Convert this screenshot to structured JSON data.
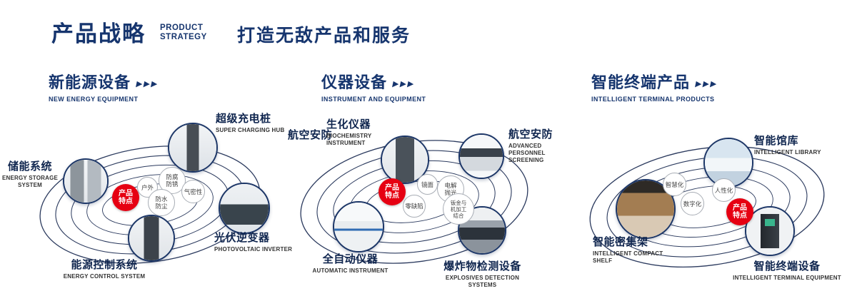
{
  "header": {
    "title_cn": "产品战略",
    "title_en_line1": "PRODUCT",
    "title_en_line2": "STRATEGY",
    "slogan": "打造无敌产品和服务",
    "arrow_icon": "▶▶▶"
  },
  "colors": {
    "navy": "#16356e",
    "red": "#e60012"
  },
  "sections": [
    {
      "title_cn": "新能源设备",
      "title_en": "NEW ENERGY EQUIPMENT",
      "badge": "产品特点",
      "features": [
        "户外",
        "防腐防锈",
        "气密性",
        "防水防尘"
      ],
      "items": [
        {
          "cn": "超级充电桩",
          "en": "SUPER CHARGING HUB"
        },
        {
          "cn": "储能系统",
          "en": "ENERGY STORAGE SYSTEM"
        },
        {
          "cn": "光伏逆变器",
          "en": "PHOTOVOLTAIC INVERTER"
        },
        {
          "cn": "能源控制系统",
          "en": "ENERGY CONTROL SYSTEM"
        }
      ]
    },
    {
      "title_cn": "仪器设备",
      "title_en": "INSTRUMENT AND EQUIPMENT",
      "badge": "产品特点",
      "side_label": "航空安防",
      "features": [
        "镜面",
        "电解抛光",
        "零缺陷",
        "钣金与机加工结合"
      ],
      "items": [
        {
          "cn": "生化仪器",
          "en": "BIOCHEMISTRY INSTRUMENT"
        },
        {
          "cn": "航空安防",
          "en": "ADVANCED PERSONNEL SCREENING"
        },
        {
          "cn": "全自动仪器",
          "en": "AUTOMATIC INSTRUMENT"
        },
        {
          "cn": "爆炸物检测设备",
          "en": "EXPLOSIVES DETECTION SYSTEMS"
        }
      ]
    },
    {
      "title_cn": "智能终端产品",
      "title_en": "INTELLIGENT TERMINAL PRODUCTS",
      "badge": "产品特点",
      "features": [
        "智慧化",
        "人性化",
        "数字化"
      ],
      "items": [
        {
          "cn": "智能馆库",
          "en": "INTELLIGENT LIBRARY"
        },
        {
          "cn": "智能密集架",
          "en": "INTELLIGENT COMPACT SHELF"
        },
        {
          "cn": "智能终端设备",
          "en": "INTELLIGENT TERMINAL EQUIPMENT"
        }
      ]
    }
  ]
}
